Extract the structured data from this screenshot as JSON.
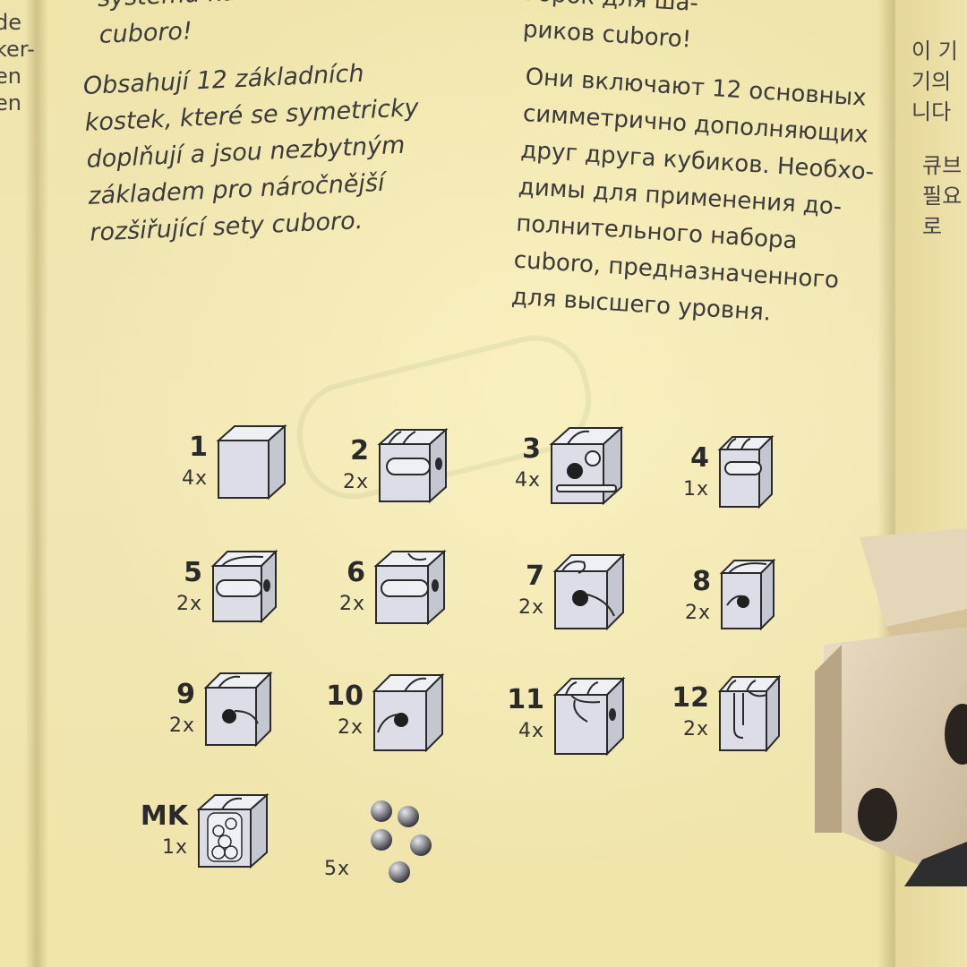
{
  "edges": {
    "left_fragments": [
      "de",
      "ker-",
      "",
      "",
      "en",
      "",
      "",
      "",
      "",
      "en"
    ],
    "korean_lines_1": [
      "이 기",
      "기의",
      "니다"
    ],
    "korean_lines_2": [
      "큐브",
      "필요",
      "로"
    ]
  },
  "czech": {
    "top_lines": [
      "systému kuličk",
      "cuboro!"
    ],
    "paragraph": [
      "Obsahují 12 základních",
      "kostek, které se symetricky",
      "doplňují a jsou nezbytným",
      "základem pro náročnější",
      "rozšiřující sety cuboro."
    ]
  },
  "russian": {
    "top_lines": [
      "горок для ша-",
      "риков cuboro!"
    ],
    "paragraph": [
      "Они включают 12 основных",
      "симметрично дополняющих",
      "друг друга кубиков. Необхо-",
      "димы для применения до-",
      "полнительного набора",
      "cuboro, предназначенного",
      "для высшего уровня."
    ]
  },
  "pieces": [
    {
      "id": "1",
      "qty": "4x",
      "icon": "plain-cube-icon"
    },
    {
      "id": "2",
      "qty": "2x",
      "icon": "tunnel-groove-cube-icon"
    },
    {
      "id": "3",
      "qty": "4x",
      "icon": "crossing-cube-icon"
    },
    {
      "id": "4",
      "qty": "1x",
      "icon": "double-groove-cube-icon"
    },
    {
      "id": "5",
      "qty": "2x",
      "icon": "curve-tunnel-cube-icon"
    },
    {
      "id": "6",
      "qty": "2x",
      "icon": "curve-groove-tunnel-cube-icon"
    },
    {
      "id": "7",
      "qty": "2x",
      "icon": "curve-drop-cube-icon"
    },
    {
      "id": "8",
      "qty": "2x",
      "icon": "curve-exit-cube-icon"
    },
    {
      "id": "9",
      "qty": "2x",
      "icon": "groove-drop-cube-icon"
    },
    {
      "id": "10",
      "qty": "2x",
      "icon": "groove-hole-cube-icon"
    },
    {
      "id": "11",
      "qty": "4x",
      "icon": "double-tunnel-cube-icon"
    },
    {
      "id": "12",
      "qty": "2x",
      "icon": "vertical-drop-cube-icon"
    },
    {
      "id": "MK",
      "qty": "1x",
      "icon": "marble-box-cube-icon"
    }
  ],
  "marbles": {
    "qty": "5x",
    "icon": "marbles-icon"
  },
  "colors": {
    "paper": "#efe4ab",
    "ink": "#3b3b3b",
    "cube_face": "#d7d8e2",
    "cube_line": "#2a2a2a"
  }
}
